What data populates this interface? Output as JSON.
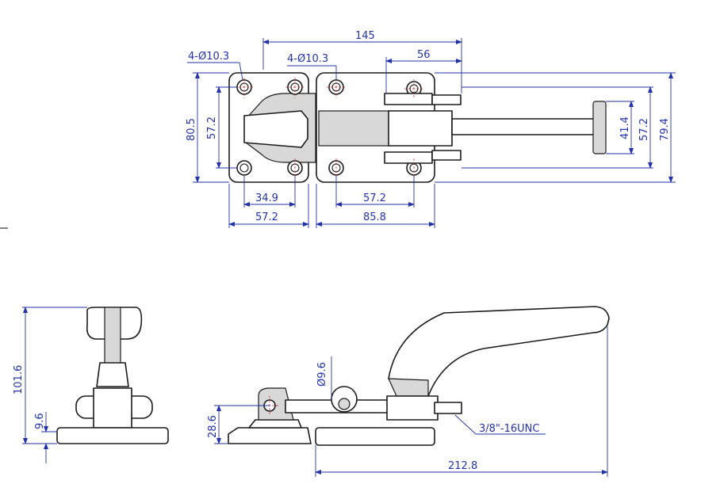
{
  "colors": {
    "dimension": "#2233aa",
    "outline": "#1a1a1a",
    "centerline": "#cc2222"
  },
  "top_view": {
    "dims": {
      "hole_left": "4-Ø10.3",
      "hole_right": "4-Ø10.3",
      "overall_length": "145",
      "stroke": "56",
      "left_height": "80.5",
      "left_hole_pitch": "57.2",
      "right_height_a": "41.4",
      "right_height_b": "57.2",
      "right_height_c": "79.4",
      "left_inner_width": "34.9",
      "left_width": "57.2",
      "right_hole_pitch": "57.2",
      "right_width": "85.8"
    }
  },
  "front_view": {
    "dims": {
      "height": "101.6",
      "base": "9.6"
    }
  },
  "side_view": {
    "dims": {
      "pin_dia": "Ø9.6",
      "pin_height": "28.6",
      "thread": "3/8\"-16UNC",
      "overall_length": "212.8"
    }
  }
}
